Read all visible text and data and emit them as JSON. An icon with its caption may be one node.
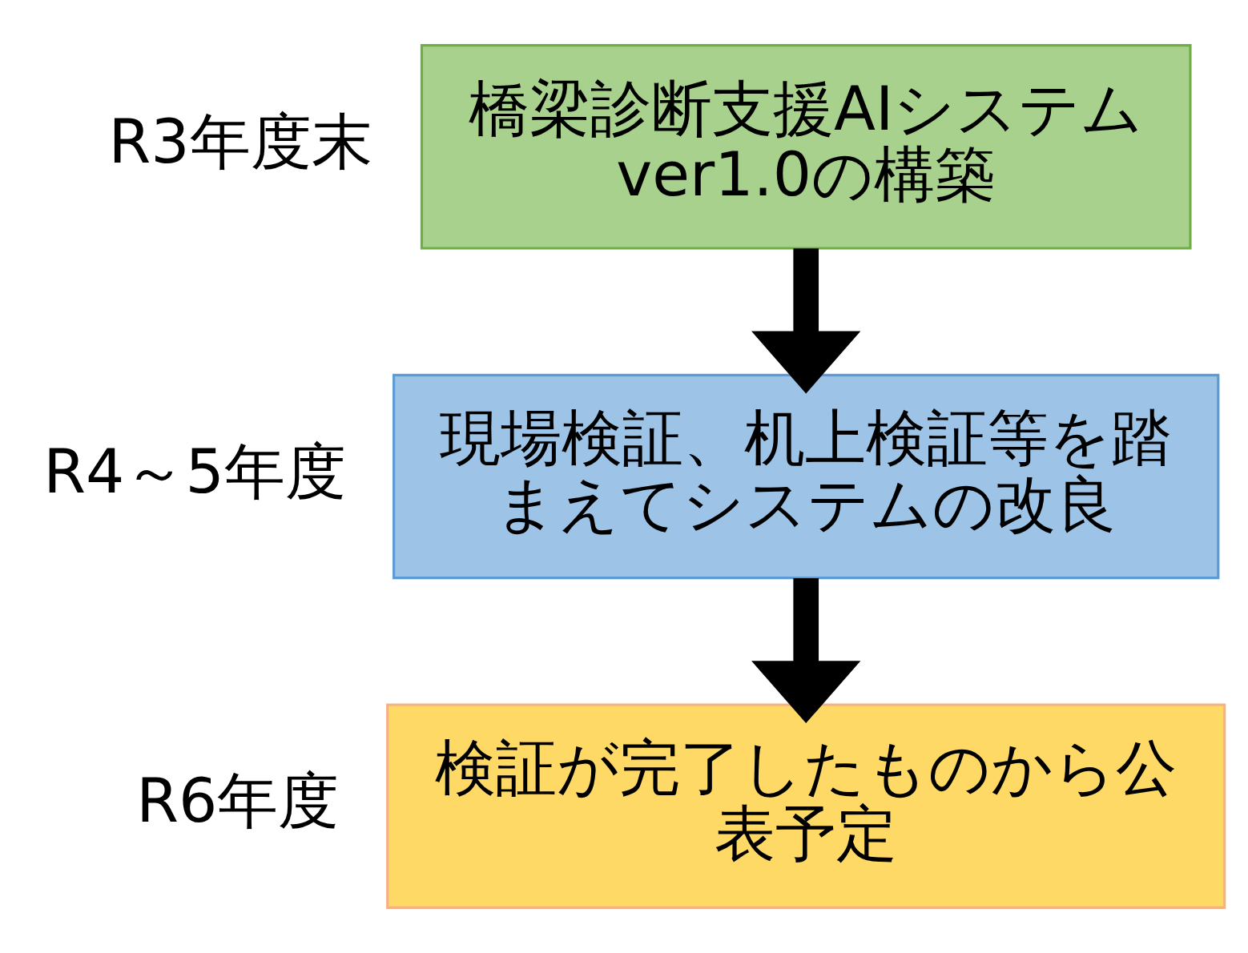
{
  "diagram": {
    "nodes": [
      {
        "text": [
          "橋梁診断支援AIシステムver1.0の構築"
        ],
        "beside": [
          "R3年度末"
        ]
      },
      {
        "text": [
          "現場検証、机上検証等を踏まえてシステムの改良"
        ],
        "beside": [
          "R4～5年度"
        ]
      },
      {
        "text": [
          "検証が完了したものから公表予定"
        ],
        "beside": [
          "R6年度"
        ]
      }
    ],
    "edges": [
      {
        "from": 0,
        "to": 1,
        "arrow": "to"
      },
      {
        "from": 1,
        "to": 2,
        "arrow": "to"
      }
    ]
  }
}
